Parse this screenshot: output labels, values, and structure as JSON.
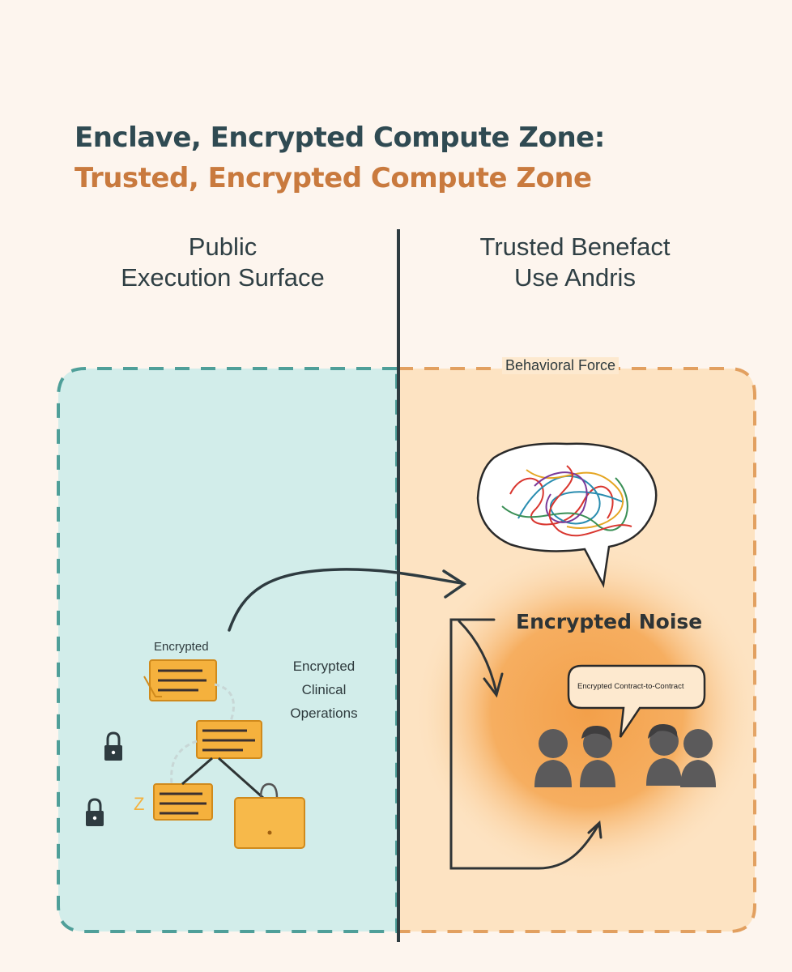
{
  "title": {
    "line1": "Enclave, Encrypted Compute Zone:",
    "line2": "Trusted, Encrypted Compute Zone"
  },
  "left_column": {
    "heading_line1": "Public",
    "heading_line2": "Execution Surface",
    "encrypted_label": "Encrypted",
    "clinical_line1": "Encrypted",
    "clinical_line2": "Clinical",
    "clinical_line3": "Operations"
  },
  "right_column": {
    "heading_line1": "Trusted Benefact",
    "heading_line2": "Use Andris",
    "zone_label": "Behavioral Force",
    "noise_label": "Encrypted Noise",
    "speech_label": "Encrypted Contract-to-Contract"
  },
  "colors": {
    "left_zone": "#d2edea",
    "right_zone": "#fde3c2",
    "noise_glow": "#f3a04a",
    "teal_dash": "#4f9f99",
    "orange_dash": "#e2a060",
    "title_dark": "#2f4a52",
    "title_accent": "#c97a3e",
    "divider": "#2e3b40"
  },
  "icons": [
    "lock-icon",
    "lock-icon",
    "encrypted-folder-icon",
    "briefcase-icon",
    "thought-bubble-icon",
    "speech-bubble-icon",
    "person-icon",
    "arrow-icon"
  ]
}
